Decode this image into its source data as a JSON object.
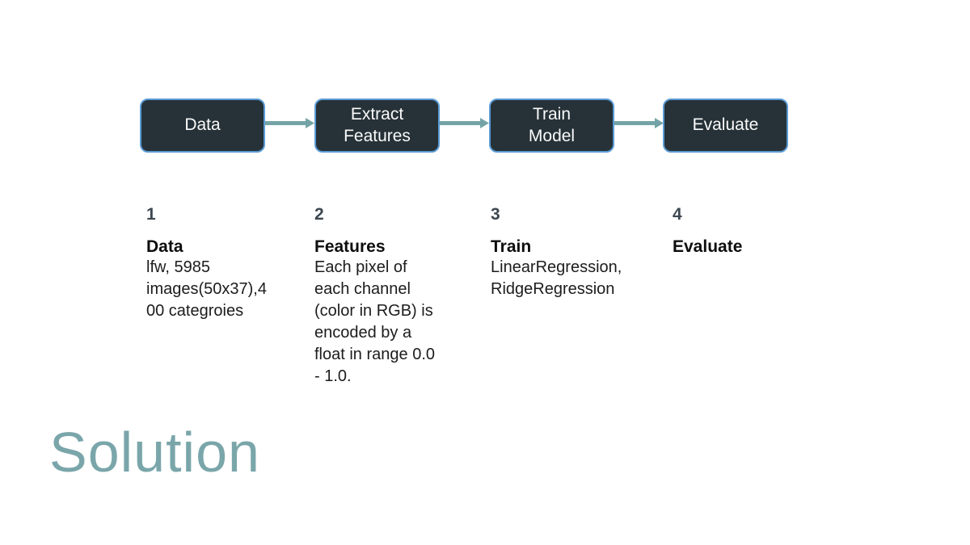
{
  "slide": {
    "title": "Solution"
  },
  "pipeline": {
    "steps": [
      {
        "label": "Data"
      },
      {
        "label": "Extract\nFeatures"
      },
      {
        "label": "Train\nModel"
      },
      {
        "label": "Evaluate"
      }
    ],
    "connector_icon": "right-arrow"
  },
  "notes": [
    {
      "number": "1",
      "heading": "Data",
      "body": "lfw, 5985\nimages(50x37),4\n00 categroies"
    },
    {
      "number": "2",
      "heading": "Features",
      "body": "Each pixel of\neach channel\n(color in RGB) is\nencoded by a\nfloat in range 0.0\n- 1.0."
    },
    {
      "number": "3",
      "heading": "Train",
      "body": "LinearRegression,\nRidgeRegression"
    },
    {
      "number": "4",
      "heading": "Evaluate",
      "body": ""
    }
  ],
  "colors": {
    "box-fill": "#263238",
    "box-border": "#5b9bd5",
    "arrow": "#74a3a6",
    "title": "#7aa6aa",
    "number": "#3d4750",
    "text": "#1c1c1c"
  }
}
